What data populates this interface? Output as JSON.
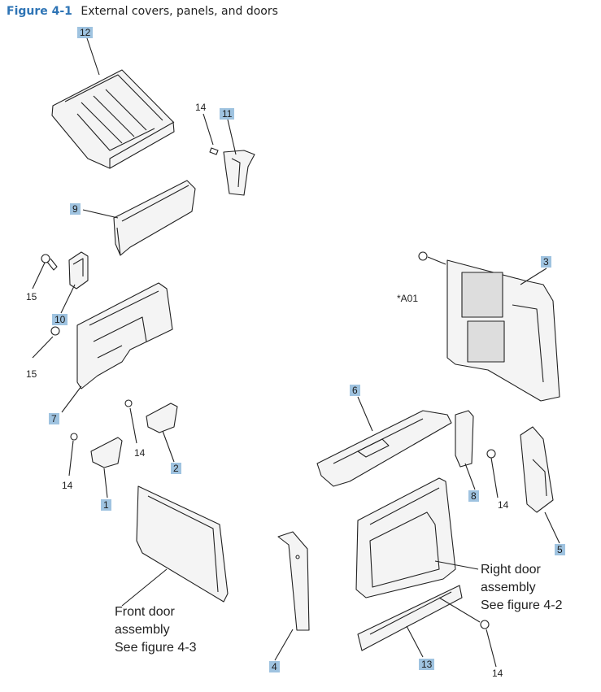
{
  "figure": {
    "number": "Figure 4-1",
    "title": "External covers, panels, and doors"
  },
  "callouts": {
    "c12": "12",
    "c11": "11",
    "c9": "9",
    "c10": "10",
    "c7": "7",
    "c3": "3",
    "c6": "6",
    "c2": "2",
    "c1": "1",
    "c8": "8",
    "c5": "5",
    "c4": "4",
    "c13": "13"
  },
  "labels": {
    "screw_a": "14",
    "screw_b": "15",
    "screw_c": "15",
    "screw_d": "14",
    "screw_e": "14",
    "screw_f": "14",
    "screw_g": "14",
    "screw_a01": "*A01"
  },
  "references": {
    "front_door": [
      "Front door",
      "assembly",
      "See figure 4-3"
    ],
    "right_door": [
      "Right door",
      "assembly",
      "See figure 4-2"
    ]
  },
  "colors": {
    "callout_bg": "#9fc3e0",
    "figure_number": "#2e74b5",
    "line": "#222222"
  }
}
